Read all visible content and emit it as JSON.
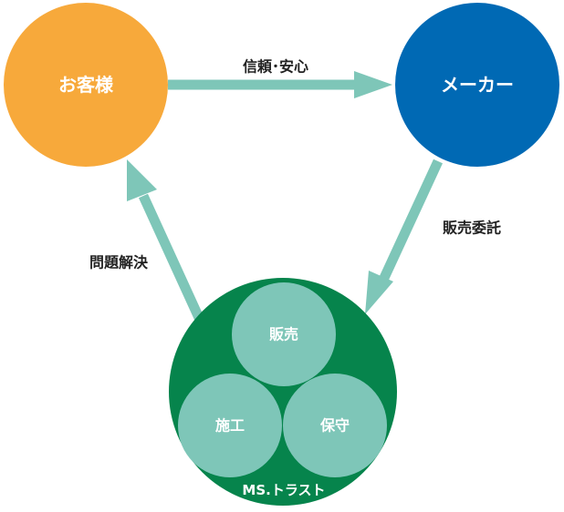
{
  "nodes": {
    "customer": {
      "label": "お客様",
      "color": "#F7A93B"
    },
    "maker": {
      "label": "メーカー",
      "color": "#0069B4"
    },
    "ms_trust": {
      "label": "MS.トラスト",
      "color": "#06844C",
      "services": [
        {
          "label": "販売",
          "color": "#7EC6B8"
        },
        {
          "label": "施工",
          "color": "#7EC6B8"
        },
        {
          "label": "保守",
          "color": "#7EC6B8"
        }
      ]
    }
  },
  "edges": {
    "trust": {
      "label": "信頼･安心",
      "color": "#7EC6B8"
    },
    "sales_consignment": {
      "label": "販売委託",
      "color": "#7EC6B8"
    },
    "problem_solving": {
      "label": "問題解決",
      "color": "#7EC6B8"
    }
  }
}
